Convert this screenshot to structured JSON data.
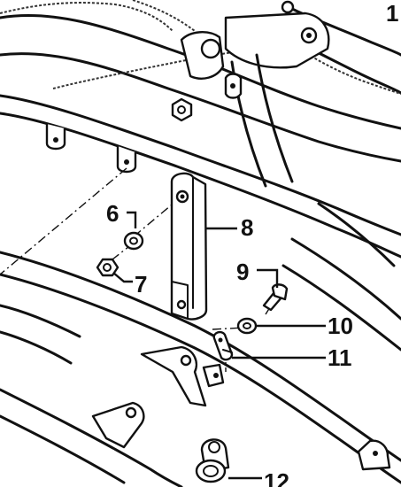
{
  "callouts": [
    {
      "key": "n1",
      "text": "1"
    },
    {
      "key": "n6",
      "text": "6"
    },
    {
      "key": "n7",
      "text": "7"
    },
    {
      "key": "n8",
      "text": "8"
    },
    {
      "key": "n9",
      "text": "9"
    },
    {
      "key": "n10",
      "text": "10"
    },
    {
      "key": "n11",
      "text": "11"
    },
    {
      "key": "n12",
      "text": "12"
    }
  ],
  "labels": {
    "n1": "1",
    "n6": "6",
    "n7": "7",
    "n8": "8",
    "n9": "9",
    "n10": "10",
    "n11": "11",
    "n12": "12"
  }
}
